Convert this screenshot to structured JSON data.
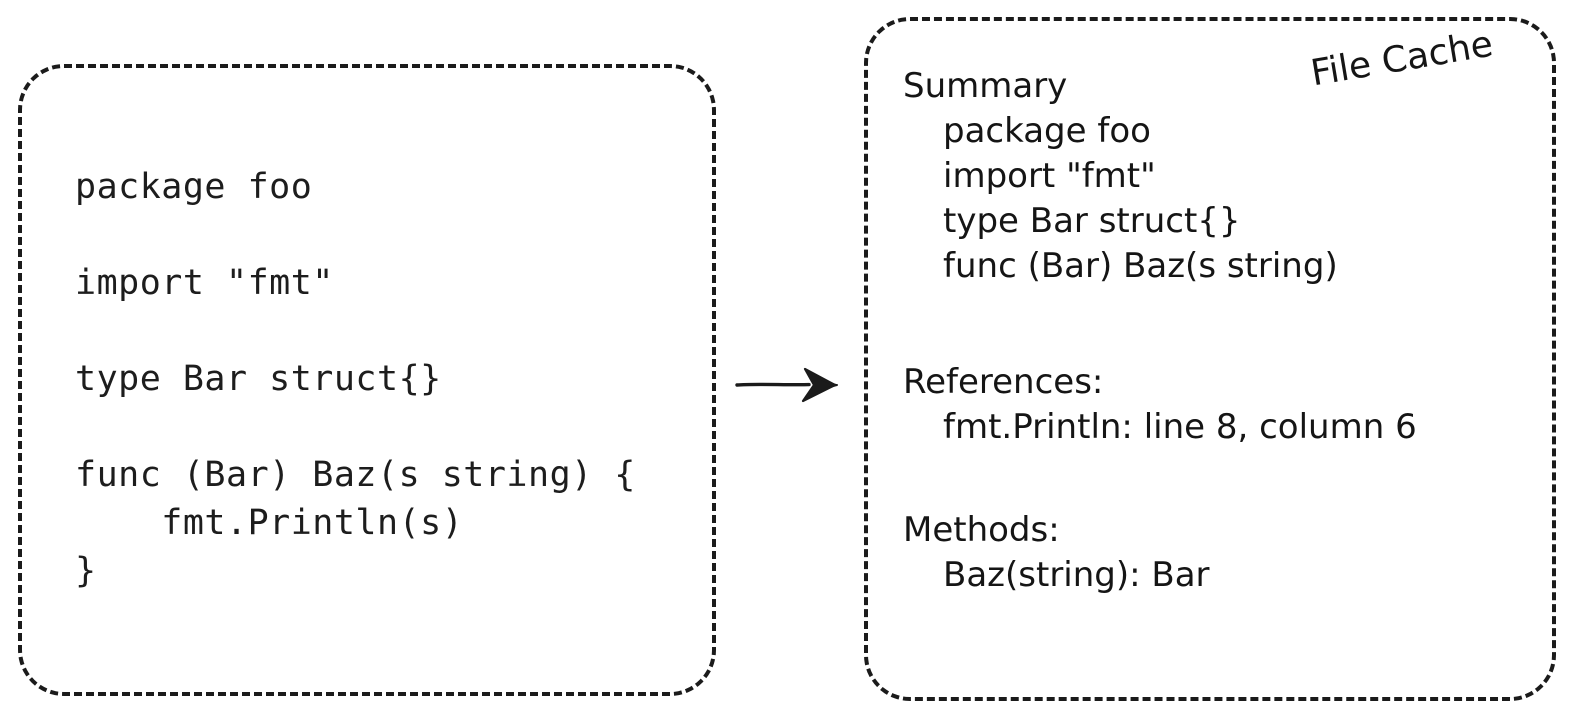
{
  "diagram": {
    "title_visible": false,
    "colors": {
      "ink": "#1b1b1b",
      "background": "#ffffff"
    },
    "source_panel": {
      "name": "source-file",
      "style": "dashed-rounded-rectangle",
      "code_lines": [
        "package foo",
        "",
        "import \"fmt\"",
        "",
        "type Bar struct{}",
        "",
        "func (Bar) Baz(s string) {",
        "    fmt.Println(s)",
        "}"
      ]
    },
    "arrow": {
      "name": "flow-arrow",
      "direction": "right"
    },
    "cache_panel": {
      "name": "file-cache",
      "style": "dashed-rounded-rectangle",
      "label": "File Cache",
      "sections": [
        {
          "heading": "Summary",
          "items": [
            "package foo",
            "import \"fmt\"",
            "type Bar struct{}",
            "func (Bar) Baz(s string)"
          ]
        },
        {
          "heading": "References:",
          "items": [
            "fmt.Println: line 8, column 6"
          ]
        },
        {
          "heading": "Methods:",
          "items": [
            "Baz(string): Bar"
          ]
        }
      ]
    }
  }
}
